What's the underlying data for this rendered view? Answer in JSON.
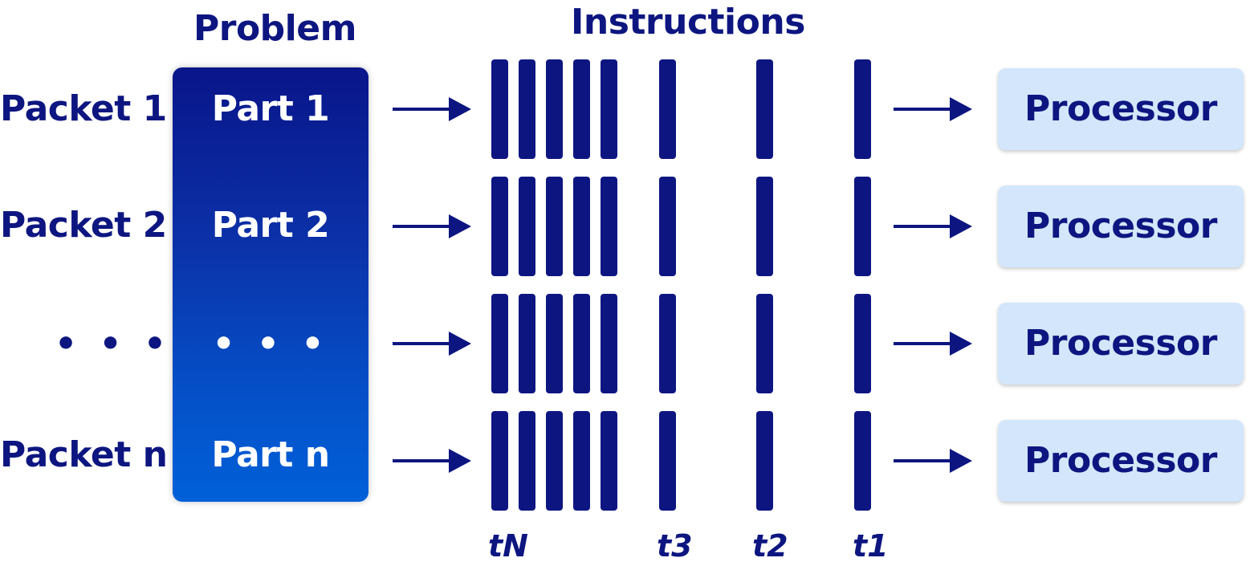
{
  "headings": {
    "problem": "Problem",
    "instructions": "Instructions"
  },
  "packets": [
    "Packet 1",
    "Packet 2",
    "• • •",
    "Packet n"
  ],
  "parts": [
    "Part 1",
    "Part 2",
    "• • •",
    "Part n"
  ],
  "processors": [
    "Processor",
    "Processor",
    "Processor",
    "Processor"
  ],
  "time_labels": {
    "tn": "tN",
    "t3": "t3",
    "t2": "t2",
    "t1": "t1"
  },
  "colors": {
    "primary": "#0d1680",
    "problem_gradient_top": "#0a158a",
    "problem_gradient_bottom": "#0060d8",
    "processor_fill": "#d3e6fb"
  }
}
